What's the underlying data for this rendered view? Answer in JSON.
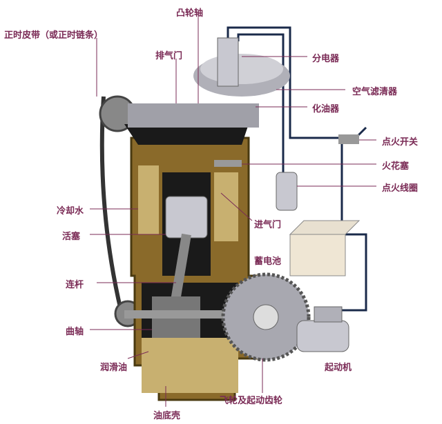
{
  "labels": {
    "camshaft": "凸轮轴",
    "timing_belt": "正时皮带（或正时链条）",
    "exhaust_valve": "排气门",
    "distributor": "分电器",
    "air_filter": "空气滤清器",
    "carburetor": "化油器",
    "ignition_switch": "点火开关",
    "spark_plug": "火花塞",
    "ignition_coil": "点火线圈",
    "coolant": "冷却水",
    "piston": "活塞",
    "intake_valve": "进气门",
    "battery": "蓄电池",
    "connecting_rod": "连杆",
    "crankshaft": "曲轴",
    "lubricating_oil": "润滑油",
    "oil_pan": "油底壳",
    "flywheel": "飞轮及起动齿轮",
    "starter": "起动机"
  },
  "colors": {
    "label": "#7a2a55",
    "block": "#8a6a2a",
    "wire": "#1a2a4a"
  }
}
